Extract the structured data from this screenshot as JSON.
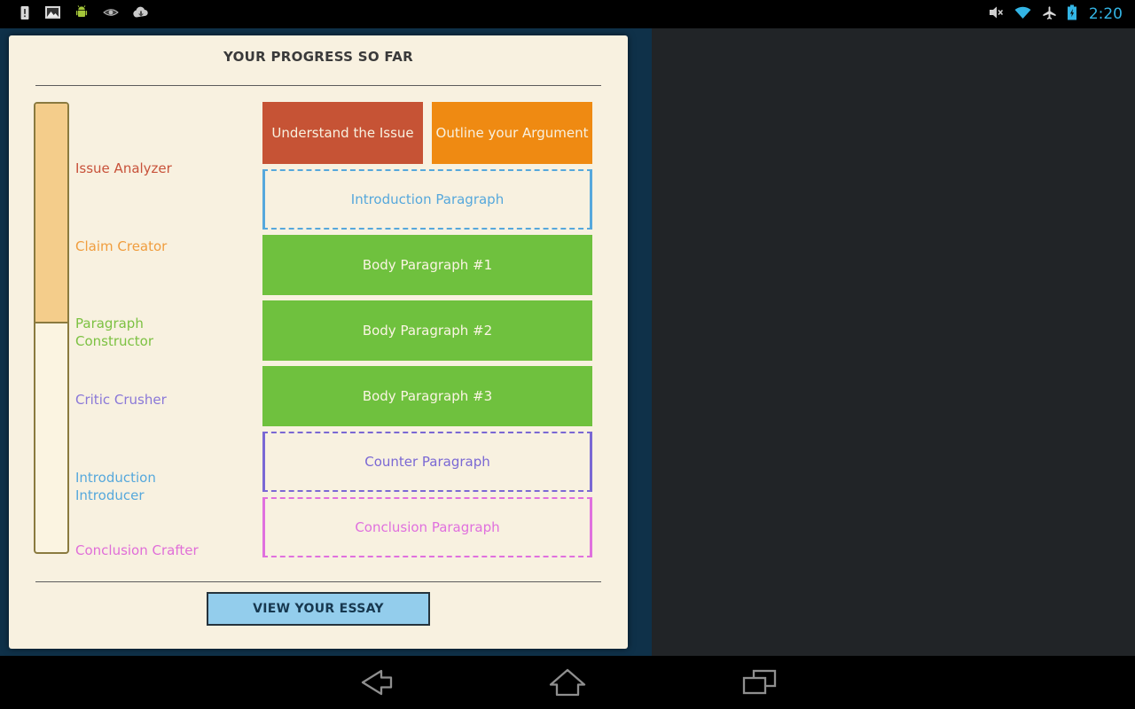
{
  "status_bar": {
    "time": "2:20",
    "left_icons": [
      "device-alert-icon",
      "gallery-icon",
      "android-icon",
      "eye-icon",
      "cloud-download-icon"
    ],
    "right_icons": [
      "mute-icon",
      "wifi-icon",
      "airplane-mode-icon",
      "battery-icon"
    ]
  },
  "panel": {
    "title": "YOUR PROGRESS SO FAR",
    "progress": {
      "fill_percent": 49,
      "fill_color": "#f4cd8b",
      "border_color": "#8a7a3f"
    },
    "tools": [
      {
        "label": "Issue Analyzer",
        "color": "#c8523a"
      },
      {
        "label": "Claim Creator",
        "color": "#f09d3e"
      },
      {
        "label": "Paragraph Constructor",
        "color": "#7cc142"
      },
      {
        "label": "Critic Crusher",
        "color": "#8a78d8"
      },
      {
        "label": "Introduction Introducer",
        "color": "#56a8dc"
      },
      {
        "label": "Conclusion Crafter",
        "color": "#e06ed8"
      }
    ],
    "top_blocks": [
      {
        "label": "Understand the Issue",
        "bg": "#c65335",
        "text_color": "#f8f1e0"
      },
      {
        "label": "Outline your Argument",
        "bg": "#ef8a12",
        "text_color": "#f8f1e0"
      }
    ],
    "paragraph_blocks": [
      {
        "label": "Introduction Paragraph",
        "style": "dashed",
        "color": "#56a8dc"
      },
      {
        "label": "Body Paragraph #1",
        "style": "solid",
        "color": "#6fc13e"
      },
      {
        "label": "Body Paragraph #2",
        "style": "solid",
        "color": "#6fc13e"
      },
      {
        "label": "Body Paragraph #3",
        "style": "solid",
        "color": "#6fc13e"
      },
      {
        "label": "Counter Paragraph",
        "style": "dashed",
        "color": "#7a68d4"
      },
      {
        "label": "Conclusion Paragraph",
        "style": "dashed",
        "color": "#e070de"
      }
    ],
    "button_label": "VIEW YOUR ESSAY"
  },
  "nav_bar": {
    "icons": [
      "back-icon",
      "home-icon",
      "recents-icon"
    ]
  }
}
